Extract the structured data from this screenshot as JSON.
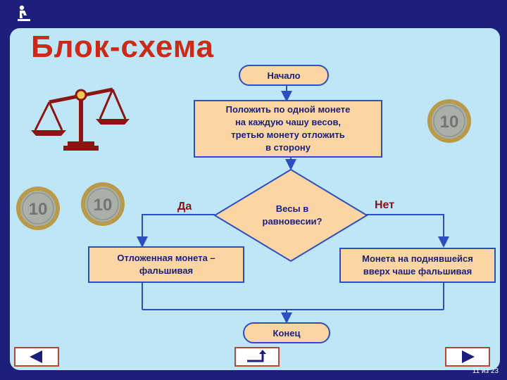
{
  "slide": {
    "title": "Блок-схема",
    "counter": "11 из 23"
  },
  "flowchart": {
    "start": "Начало",
    "step1": "Положить по одной монете\nна каждую чашу весов,\nтретью монету отложить\nв сторону",
    "decision": "Весы в\nравновесии?",
    "yes_label": "Да",
    "no_label": "Нет",
    "yes_result": "Отложенная монета –\nфальшивая",
    "no_result": "Монета на поднявшейся\nвверх чаше фальшивая",
    "end": "Конец"
  },
  "decor": {
    "coin_text": "10",
    "icons": [
      "scales-icon",
      "coin-icon",
      "coin-icon",
      "coin-icon",
      "rider-icon"
    ]
  },
  "nav": {
    "prev_icon": "left-arrow-icon",
    "return_icon": "return-arrow-icon",
    "next_icon": "right-arrow-icon"
  },
  "colors": {
    "background": "#1d1f7a",
    "panel": "#bfe6f7",
    "title": "#cc2a17",
    "box_fill": "#fbd5a3",
    "box_border": "#2c4fbf",
    "yes_no_label": "#8b0f16"
  }
}
